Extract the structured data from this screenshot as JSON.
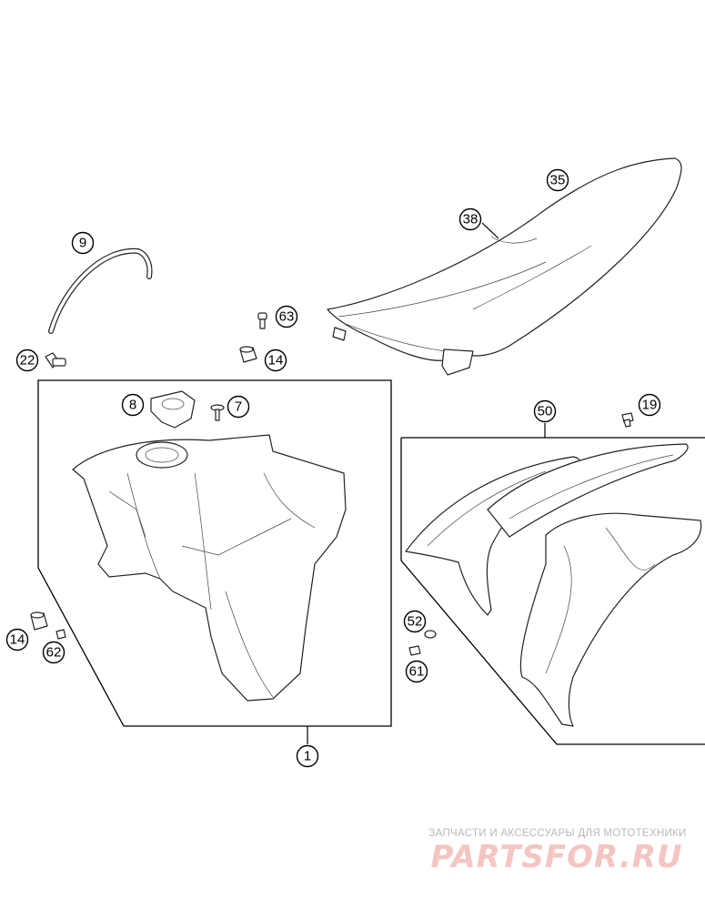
{
  "callouts": {
    "c35": "35",
    "c38": "38",
    "c9": "9",
    "c63": "63",
    "c22": "22",
    "c14a": "14",
    "c8": "8",
    "c7": "7",
    "c50": "50",
    "c19": "19",
    "c14b": "14",
    "c62": "62",
    "c52": "52",
    "c61": "61",
    "c1": "1"
  },
  "watermark": {
    "tagline": "ЗАПЧАСТИ И АКСЕССУАРЫ ДЛЯ МОТОТЕХНИКИ",
    "logo": "PARTSFOR.RU"
  }
}
